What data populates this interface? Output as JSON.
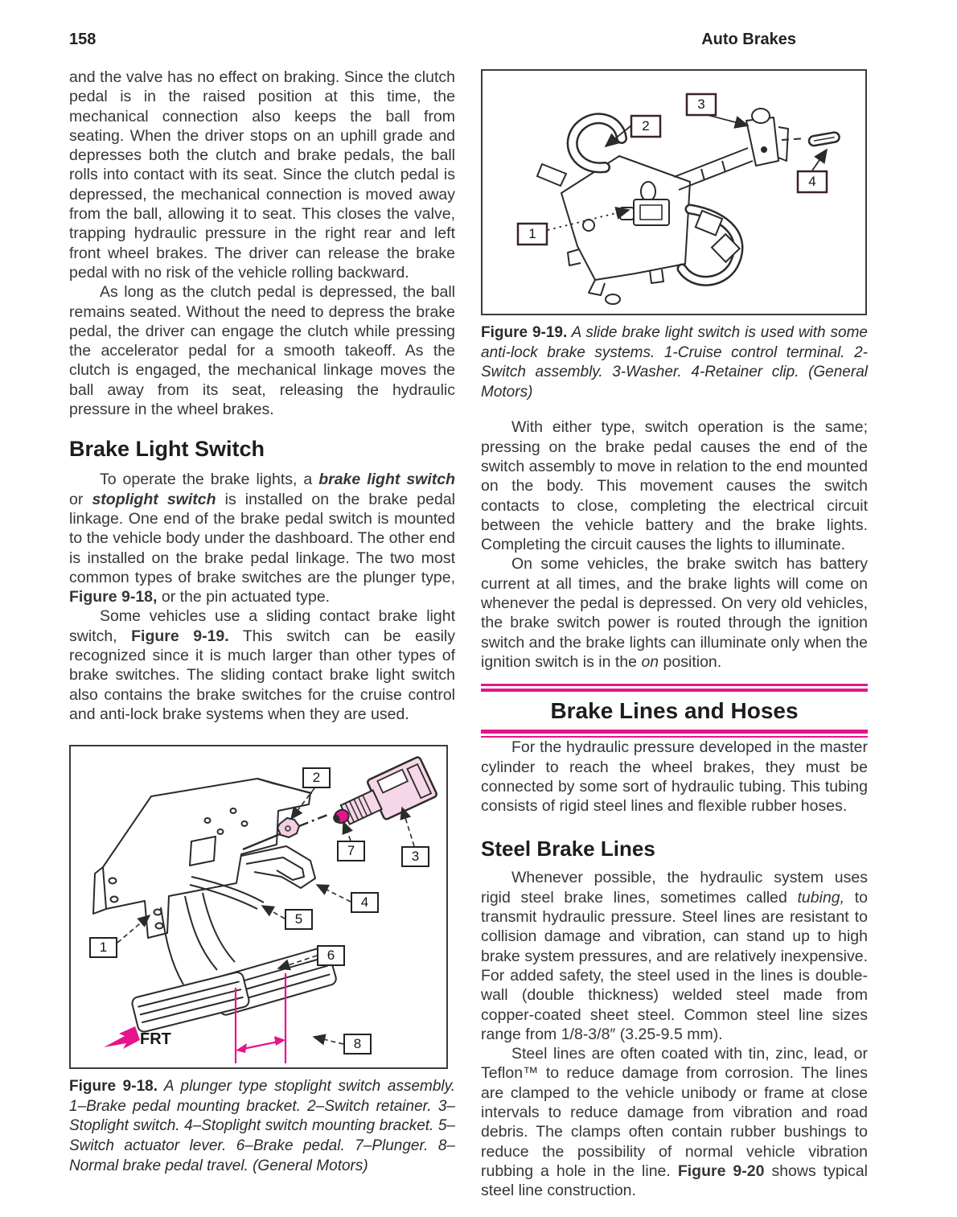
{
  "colors": {
    "accent_magenta": "#e6148c",
    "pink_fill": "#f6d7e7",
    "diagram_stroke": "#2b2b2b"
  },
  "header": {
    "page_number": "158",
    "title": "Auto Brakes"
  },
  "left_column": {
    "p1": [
      {
        "t": "and the valve has no effect on braking. Since the clutch pedal is in the raised position at this time, the mechanical connection also keeps the ball from seating. When the driver stops on an uphill grade and depresses both the clutch and brake pedals, the ball rolls into contact with its seat. Since the clutch pedal is depressed, the mechanical connection is moved away from the ball, allowing it to seat. This closes the valve, trapping hydraulic pressure in the right rear and left front wheel brakes. The driver can release the brake pedal with no risk of the vehicle rolling backward."
      }
    ],
    "p2": [
      {
        "t": "As long as the clutch pedal is depressed, the ball remains seated. Without the need to depress the brake pedal, the driver can engage the clutch while pressing the accelerator pedal for a smooth takeoff. As the clutch is engaged, the mechanical linkage moves the ball away from its seat, releasing the hydraulic pressure in the wheel brakes."
      }
    ],
    "heading": "Brake Light Switch",
    "p3": [
      {
        "t": "To operate the brake lights, a "
      },
      {
        "t": "brake light switch",
        "s": "bi"
      },
      {
        "t": " or "
      },
      {
        "t": "stoplight switch",
        "s": "bi"
      },
      {
        "t": " is installed on the brake pedal linkage. One end of the brake pedal switch is mounted to the vehicle body under the dashboard. The other end is installed on the brake pedal linkage. The two most common types of brake switches are the plunger type, "
      },
      {
        "t": "Figure 9-18,",
        "s": "b"
      },
      {
        "t": " or the pin actuated type."
      }
    ],
    "p4": [
      {
        "t": "Some vehicles use a sliding contact brake light switch, "
      },
      {
        "t": "Figure 9-19.",
        "s": "b"
      },
      {
        "t": " This switch can be easily recognized since it is much larger than other types of brake switches. The sliding contact brake light switch also contains the brake switches for the cruise control and anti-lock brake systems when they are used."
      }
    ]
  },
  "figures": {
    "fig18": {
      "callouts": [
        "1",
        "2",
        "3",
        "4",
        "5",
        "6",
        "7",
        "8"
      ],
      "frt_label": "FRT",
      "caption": [
        {
          "t": "Figure 9-18.",
          "s": "b"
        },
        {
          "t": " A plunger type stoplight switch assembly. 1–Brake pedal mounting bracket. 2–Switch retainer. 3–Stoplight switch. 4–Stoplight switch mounting bracket. 5–Switch actuator lever. 6–Brake pedal. 7–Plunger. 8–Normal brake pedal travel. (General Motors)",
          "s": "i"
        }
      ]
    },
    "fig19": {
      "callouts": [
        "1",
        "2",
        "3",
        "4"
      ],
      "caption": [
        {
          "t": "Figure 9-19.",
          "s": "b"
        },
        {
          "t": " A slide brake light switch is used with some anti-lock brake systems. 1-Cruise control terminal. 2-Switch assembly. 3-Washer. 4-Retainer clip. (General Motors)",
          "s": "i"
        }
      ]
    }
  },
  "right_column": {
    "p1": [
      {
        "t": "With either type, switch operation is the same; pressing on the brake pedal causes the end of the switch assembly to move in relation to the end mounted on the body. This movement causes the switch contacts to close, completing the electrical circuit between the vehicle battery and the brake lights. Completing the circuit causes the lights to illuminate."
      }
    ],
    "p2": [
      {
        "t": "On some vehicles, the brake switch has battery current at all times, and the brake lights will come on whenever the pedal is depressed. On very old vehicles, the brake switch power is routed through the ignition switch and the brake lights can illuminate only when the ignition switch is in the "
      },
      {
        "t": "on",
        "s": "i"
      },
      {
        "t": " position."
      }
    ],
    "banner_heading": "Brake Lines and Hoses",
    "p3": [
      {
        "t": "For the hydraulic pressure developed in the master cylinder to reach the wheel brakes, they must be connected by some sort of hydraulic tubing. This tubing consists of rigid steel lines and flexible rubber hoses."
      }
    ],
    "sub_heading": "Steel Brake Lines",
    "p4": [
      {
        "t": "Whenever possible, the hydraulic system uses rigid steel brake lines, sometimes called "
      },
      {
        "t": "tubing,",
        "s": "i"
      },
      {
        "t": " to transmit hydraulic pressure. Steel lines are resistant to collision damage and vibration, can stand up to high brake system pressures, and are relatively inexpensive. For added safety, the steel used in the lines is double-wall (double thickness) welded steel made from copper-coated sheet steel. Common steel line sizes range from 1/8-3/8″ (3.25-9.5 mm)."
      }
    ],
    "p5": [
      {
        "t": "Steel lines are often coated with tin, zinc, lead, or Teflon™ to reduce damage from corrosion. The lines are clamped to the vehicle unibody or frame at close intervals to reduce damage from vibration and road debris. The clamps often contain rubber bushings to reduce the possibility of normal vehicle vibration rubbing a hole in the line. "
      },
      {
        "t": "Figure 9-20",
        "s": "b"
      },
      {
        "t": " shows typical steel line construction."
      }
    ]
  }
}
